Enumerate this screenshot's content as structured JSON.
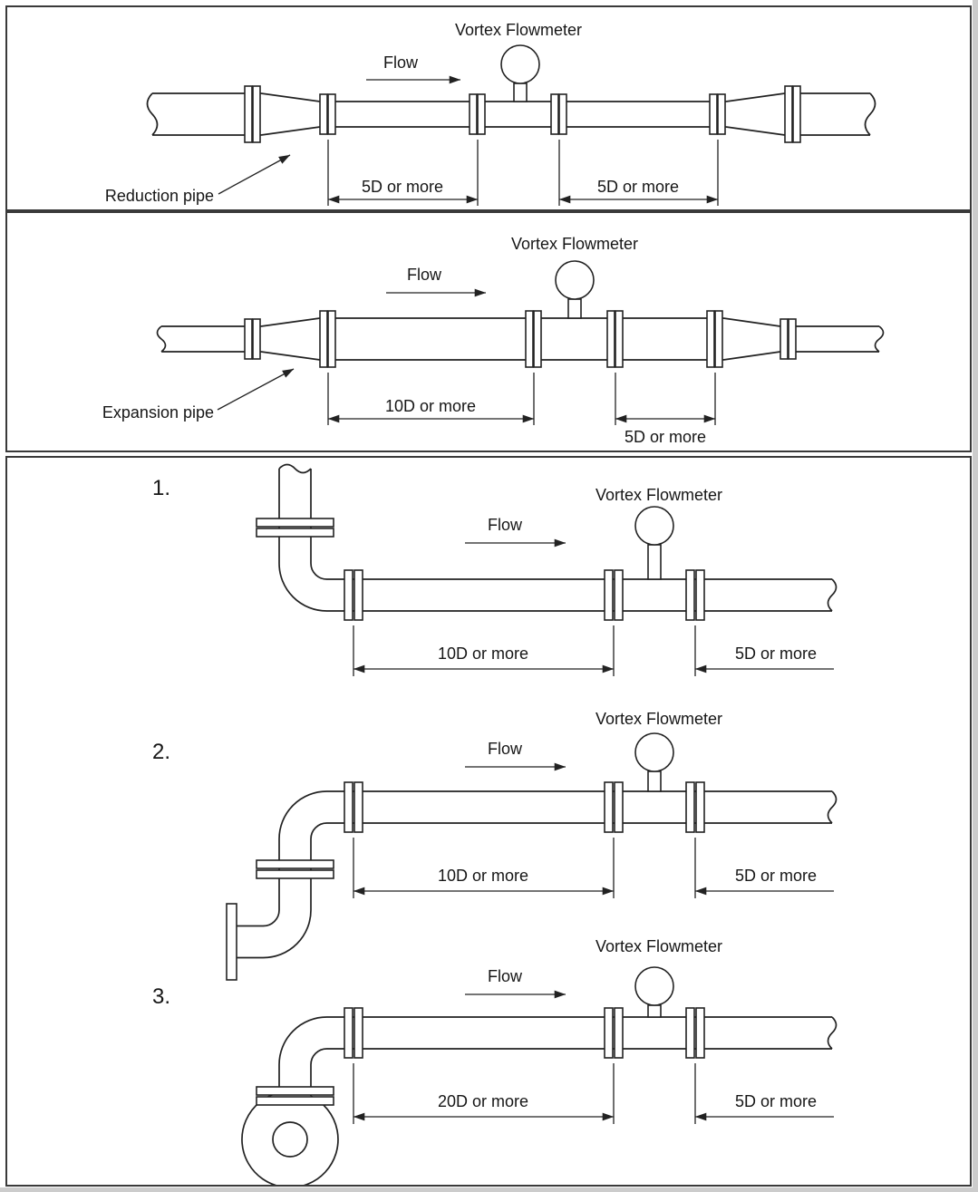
{
  "colors": {
    "line": "#222222",
    "panel_border": "#3a3a3a"
  },
  "panels": {
    "reduction": {
      "flowmeter_label": "Vortex Flowmeter",
      "flow_label": "Flow",
      "component_label": "Reduction pipe",
      "upstream_dim": "5D or more",
      "downstream_dim": "5D or more"
    },
    "expansion": {
      "flowmeter_label": "Vortex Flowmeter",
      "flow_label": "Flow",
      "component_label": "Expansion pipe",
      "upstream_dim": "10D or more",
      "downstream_dim": "5D or more"
    },
    "elbows": {
      "configs": [
        {
          "number": "1.",
          "flowmeter_label": "Vortex Flowmeter",
          "flow_label": "Flow",
          "upstream_dim": "10D or more",
          "downstream_dim": "5D or more"
        },
        {
          "number": "2.",
          "flowmeter_label": "Vortex Flowmeter",
          "flow_label": "Flow",
          "upstream_dim": "10D or more",
          "downstream_dim": "5D or more"
        },
        {
          "number": "3.",
          "flowmeter_label": "Vortex Flowmeter",
          "flow_label": "Flow",
          "upstream_dim": "20D or more",
          "downstream_dim": "5D or more"
        }
      ]
    }
  }
}
